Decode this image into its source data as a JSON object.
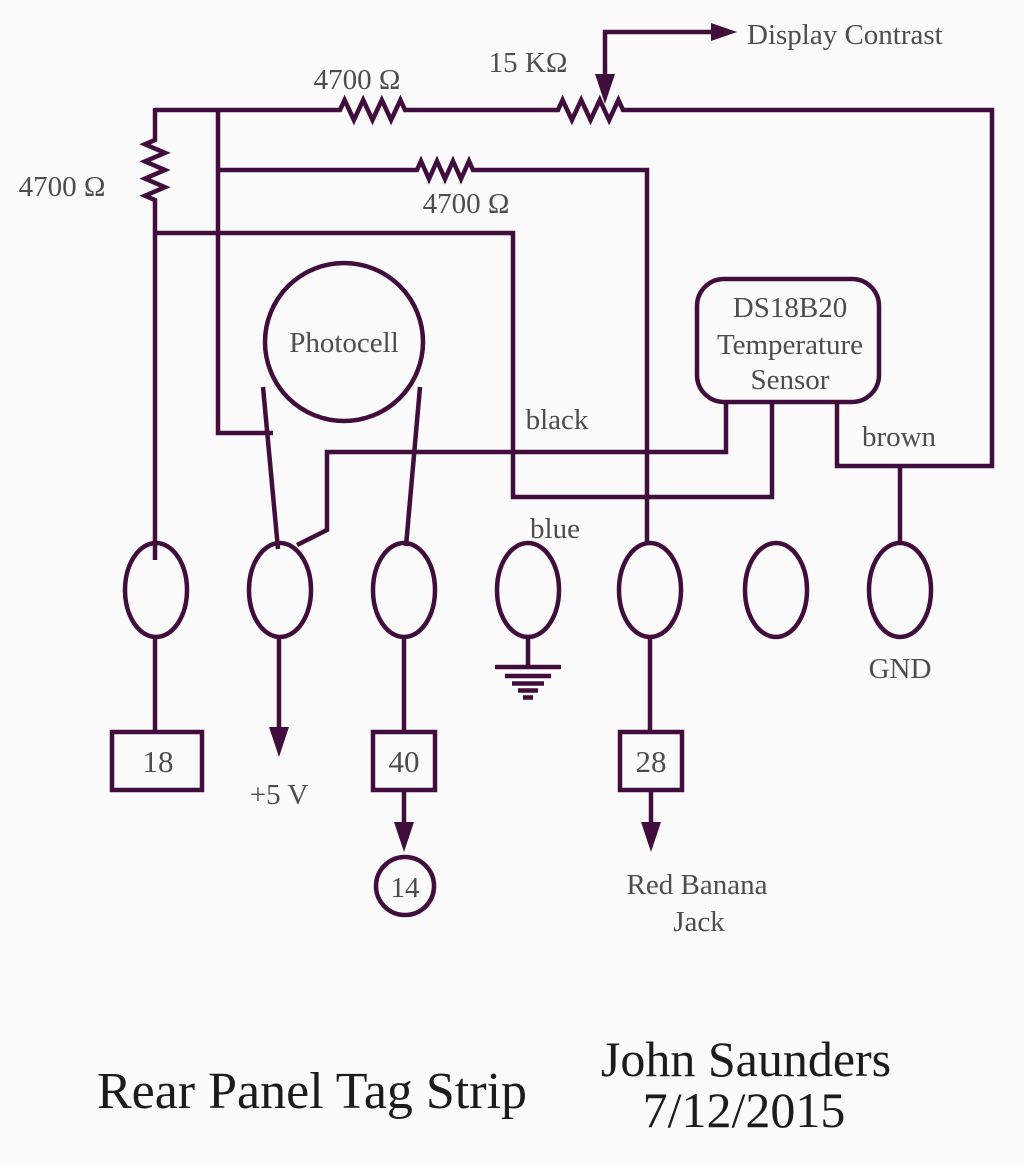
{
  "diagram": {
    "top": {
      "display_contrast": "Display Contrast",
      "pot_label": "15 KΩ",
      "r_top_label": "4700 Ω"
    },
    "left": {
      "r_left_label": "4700 Ω",
      "r_mid_label": "4700 Ω"
    },
    "components": {
      "photocell": "Photocell",
      "sensor_line1": "DS18B20",
      "sensor_line2": "Temperature",
      "sensor_line3": "Sensor"
    },
    "wires": {
      "black": "black",
      "brown": "brown",
      "blue": "blue"
    },
    "terminals": {
      "gnd": "GND",
      "plus5v": "+5 V",
      "tag18": "18",
      "tag40": "40",
      "tag28": "28",
      "pin14": "14",
      "red_banana_line1": "Red Banana",
      "red_banana_line2": "Jack"
    },
    "footer": {
      "title": "Rear Panel Tag Strip",
      "author": "John Saunders",
      "date": "7/12/2015"
    },
    "colors": {
      "wire": "#410d3d",
      "label_text": "#4d4d4d",
      "title_text": "#1c1c1c",
      "background": "#fbfbfb"
    }
  }
}
